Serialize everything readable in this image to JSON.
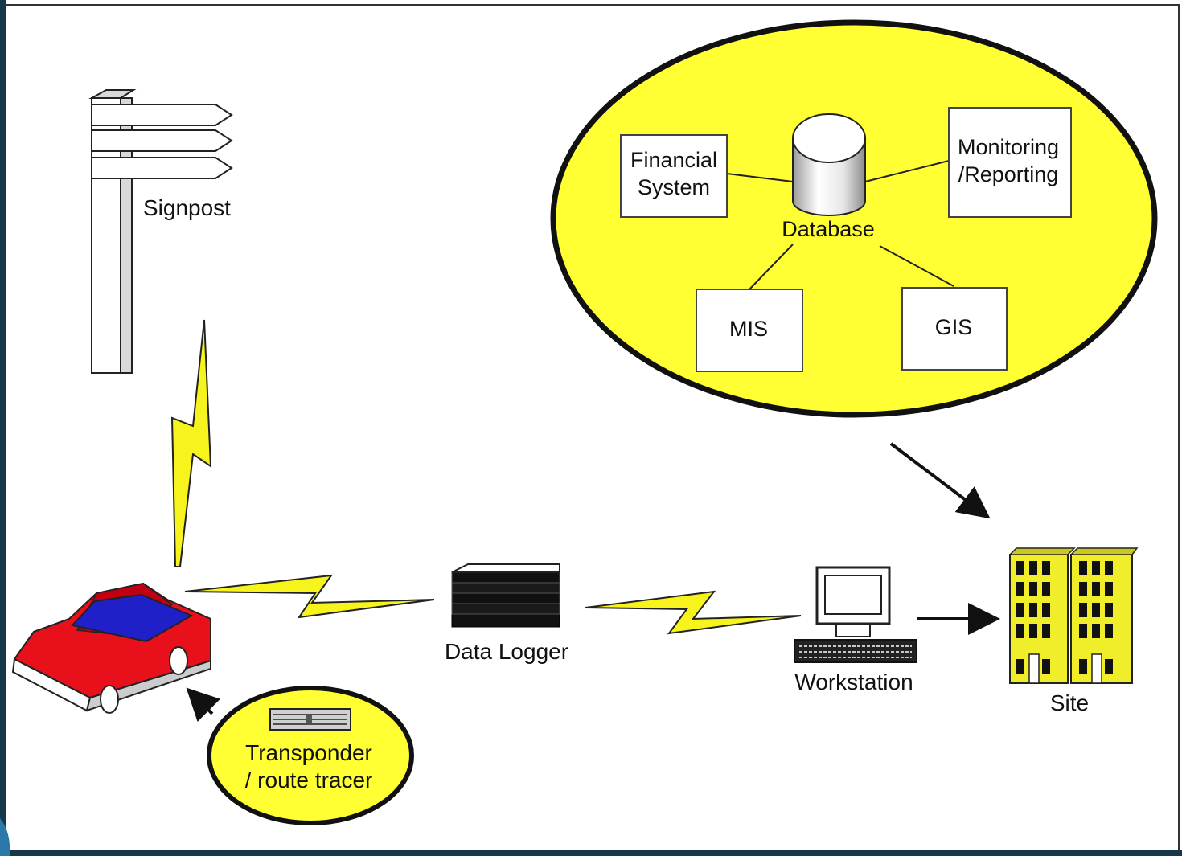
{
  "colors": {
    "highlight": "#ffff33",
    "car_body": "#e8101a",
    "car_window": "#2020c8",
    "bolt": "#f7f31c",
    "building": "#f0ee2a",
    "frame_border": "#17384a"
  },
  "signpost": {
    "label": "Signpost"
  },
  "database_cluster": {
    "database_label": "Database",
    "financial_line1": "Financial",
    "financial_line2": "System",
    "monitoring_line1": "Monitoring",
    "monitoring_line2": "/Reporting",
    "mis_label": "MIS",
    "gis_label": "GIS"
  },
  "data_logger": {
    "label": "Data Logger"
  },
  "workstation": {
    "label": "Workstation"
  },
  "site": {
    "label": "Site"
  },
  "transponder": {
    "line1": "Transponder",
    "line2": "/ route tracer"
  },
  "icons": [
    "signpost-icon",
    "database-icon",
    "car-icon",
    "data-logger-icon",
    "workstation-icon",
    "building-icon",
    "transponder-device-icon",
    "lightning-bolt-icon",
    "arrow-icon"
  ]
}
